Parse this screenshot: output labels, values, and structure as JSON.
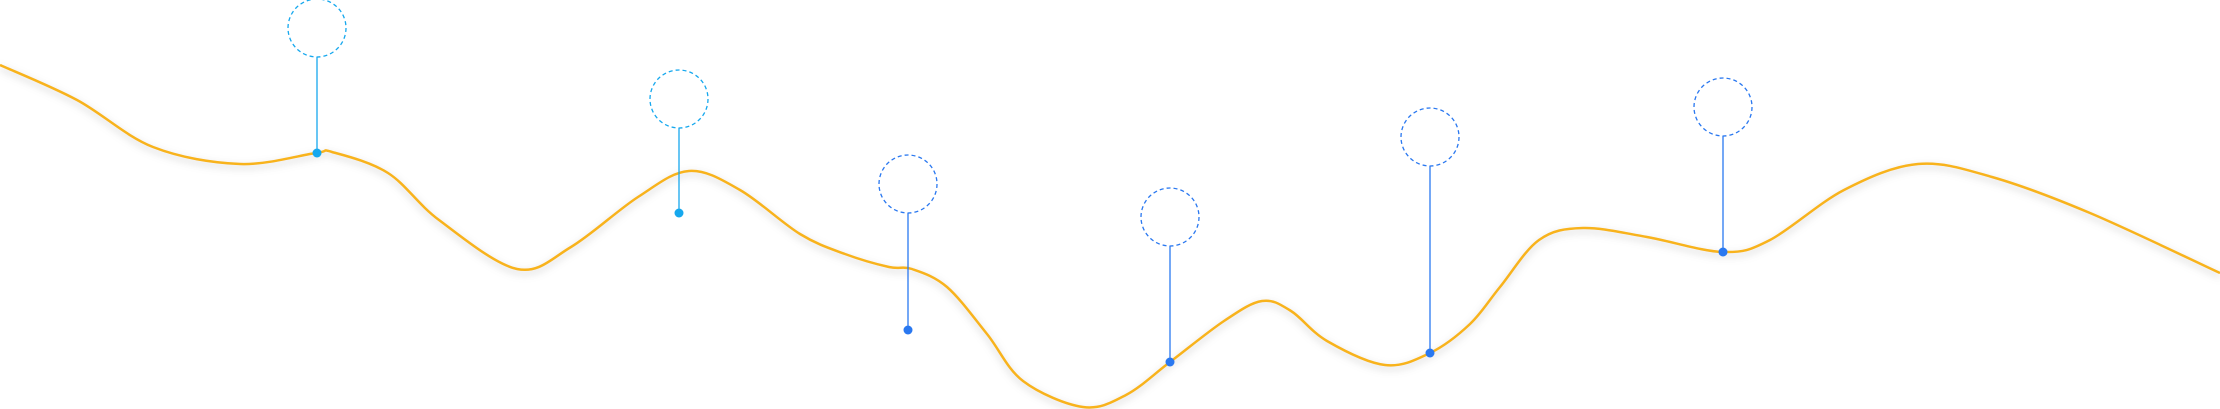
{
  "colors": {
    "curve": "#f8b31a",
    "curve_shadow": "#8a8a8a",
    "pin_light": "#16a8ee",
    "pin_dark": "#2a78f0",
    "background": "#ffffff"
  },
  "pins": [
    {
      "name": "pin-1",
      "tone": "light"
    },
    {
      "name": "pin-2",
      "tone": "light"
    },
    {
      "name": "pin-3",
      "tone": "dark"
    },
    {
      "name": "pin-4",
      "tone": "dark"
    },
    {
      "name": "pin-5",
      "tone": "dark"
    },
    {
      "name": "pin-6",
      "tone": "dark"
    }
  ]
}
